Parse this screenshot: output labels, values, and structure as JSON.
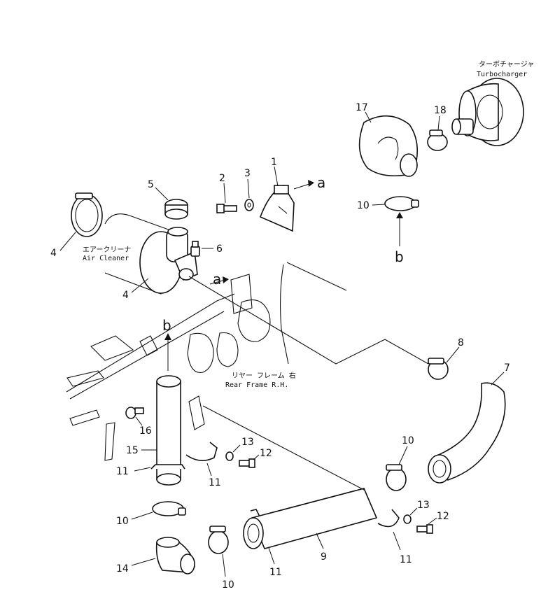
{
  "labels": {
    "turbo_jp": "ターボチャージャ",
    "turbo_en": "Turbocharger",
    "aircleaner_jp": "エアークリーナ",
    "aircleaner_en": "Air Cleaner",
    "rearframe_jp": "リヤー フレーム 右",
    "rearframe_en": "Rear Frame R.H."
  },
  "markers": {
    "a": "a",
    "b": "b"
  },
  "callouts": {
    "c1": "1",
    "c2": "2",
    "c3": "3",
    "c4a": "4",
    "c4b": "4",
    "c5": "5",
    "c6": "6",
    "c7": "7",
    "c8": "8",
    "c9": "9",
    "c10a": "10",
    "c10b": "10",
    "c10c": "10",
    "c10d": "10",
    "c11a": "11",
    "c11b": "11",
    "c11c": "11",
    "c11d": "11",
    "c12a": "12",
    "c12b": "12",
    "c13a": "13",
    "c13b": "13",
    "c14": "14",
    "c15": "15",
    "c16": "16",
    "c17": "17",
    "c18": "18"
  }
}
